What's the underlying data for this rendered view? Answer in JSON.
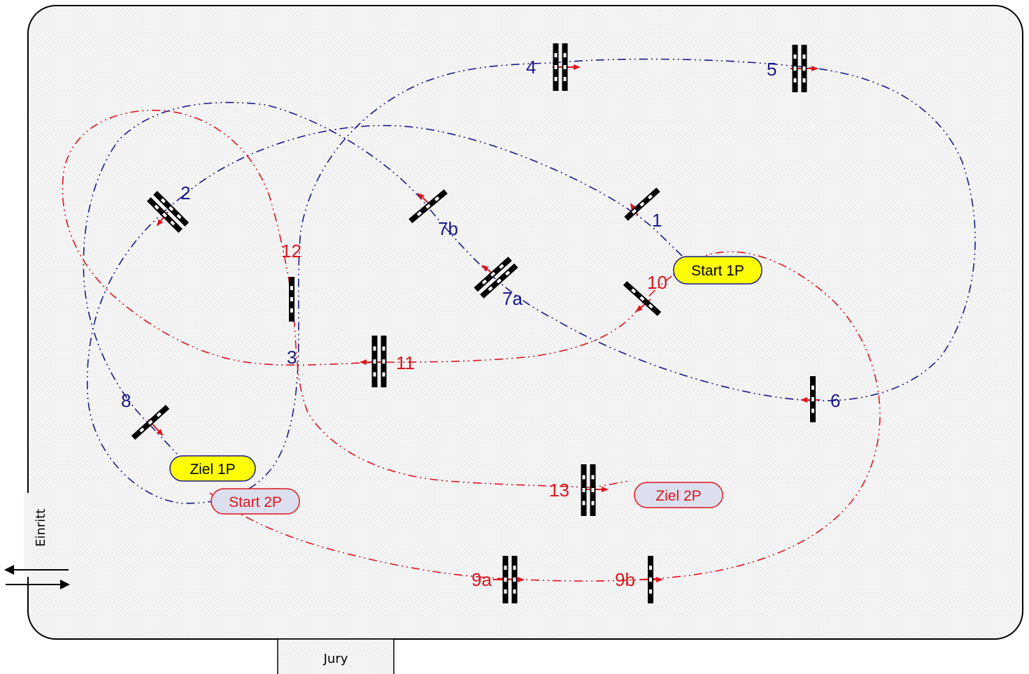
{
  "colors": {
    "arena_fill": "#f3f3f3",
    "arena_stroke": "#000000",
    "blue_route": "#1a1a8c",
    "red_route": "#e0141e",
    "yellow_badge": "#ffff00",
    "grey_badge": "#dce0ee",
    "obstacle": "#000000"
  },
  "arena": {
    "entry_label": "Einritt",
    "jury_label": "Jury"
  },
  "badges": {
    "start_1p": "Start 1P",
    "ziel_1p": "Ziel 1P",
    "start_2p": "Start 2P",
    "ziel_2p": "Ziel 2P"
  },
  "obstacle_labels": {
    "o1": "1",
    "o2": "2",
    "o3": "3",
    "o4": "4",
    "o5": "5",
    "o6": "6",
    "o7a": "7a",
    "o7b": "7b",
    "o8": "8",
    "o9a": "9a",
    "o9b": "9b",
    "o10": "10",
    "o11": "11",
    "o12": "12",
    "o13": "13"
  }
}
